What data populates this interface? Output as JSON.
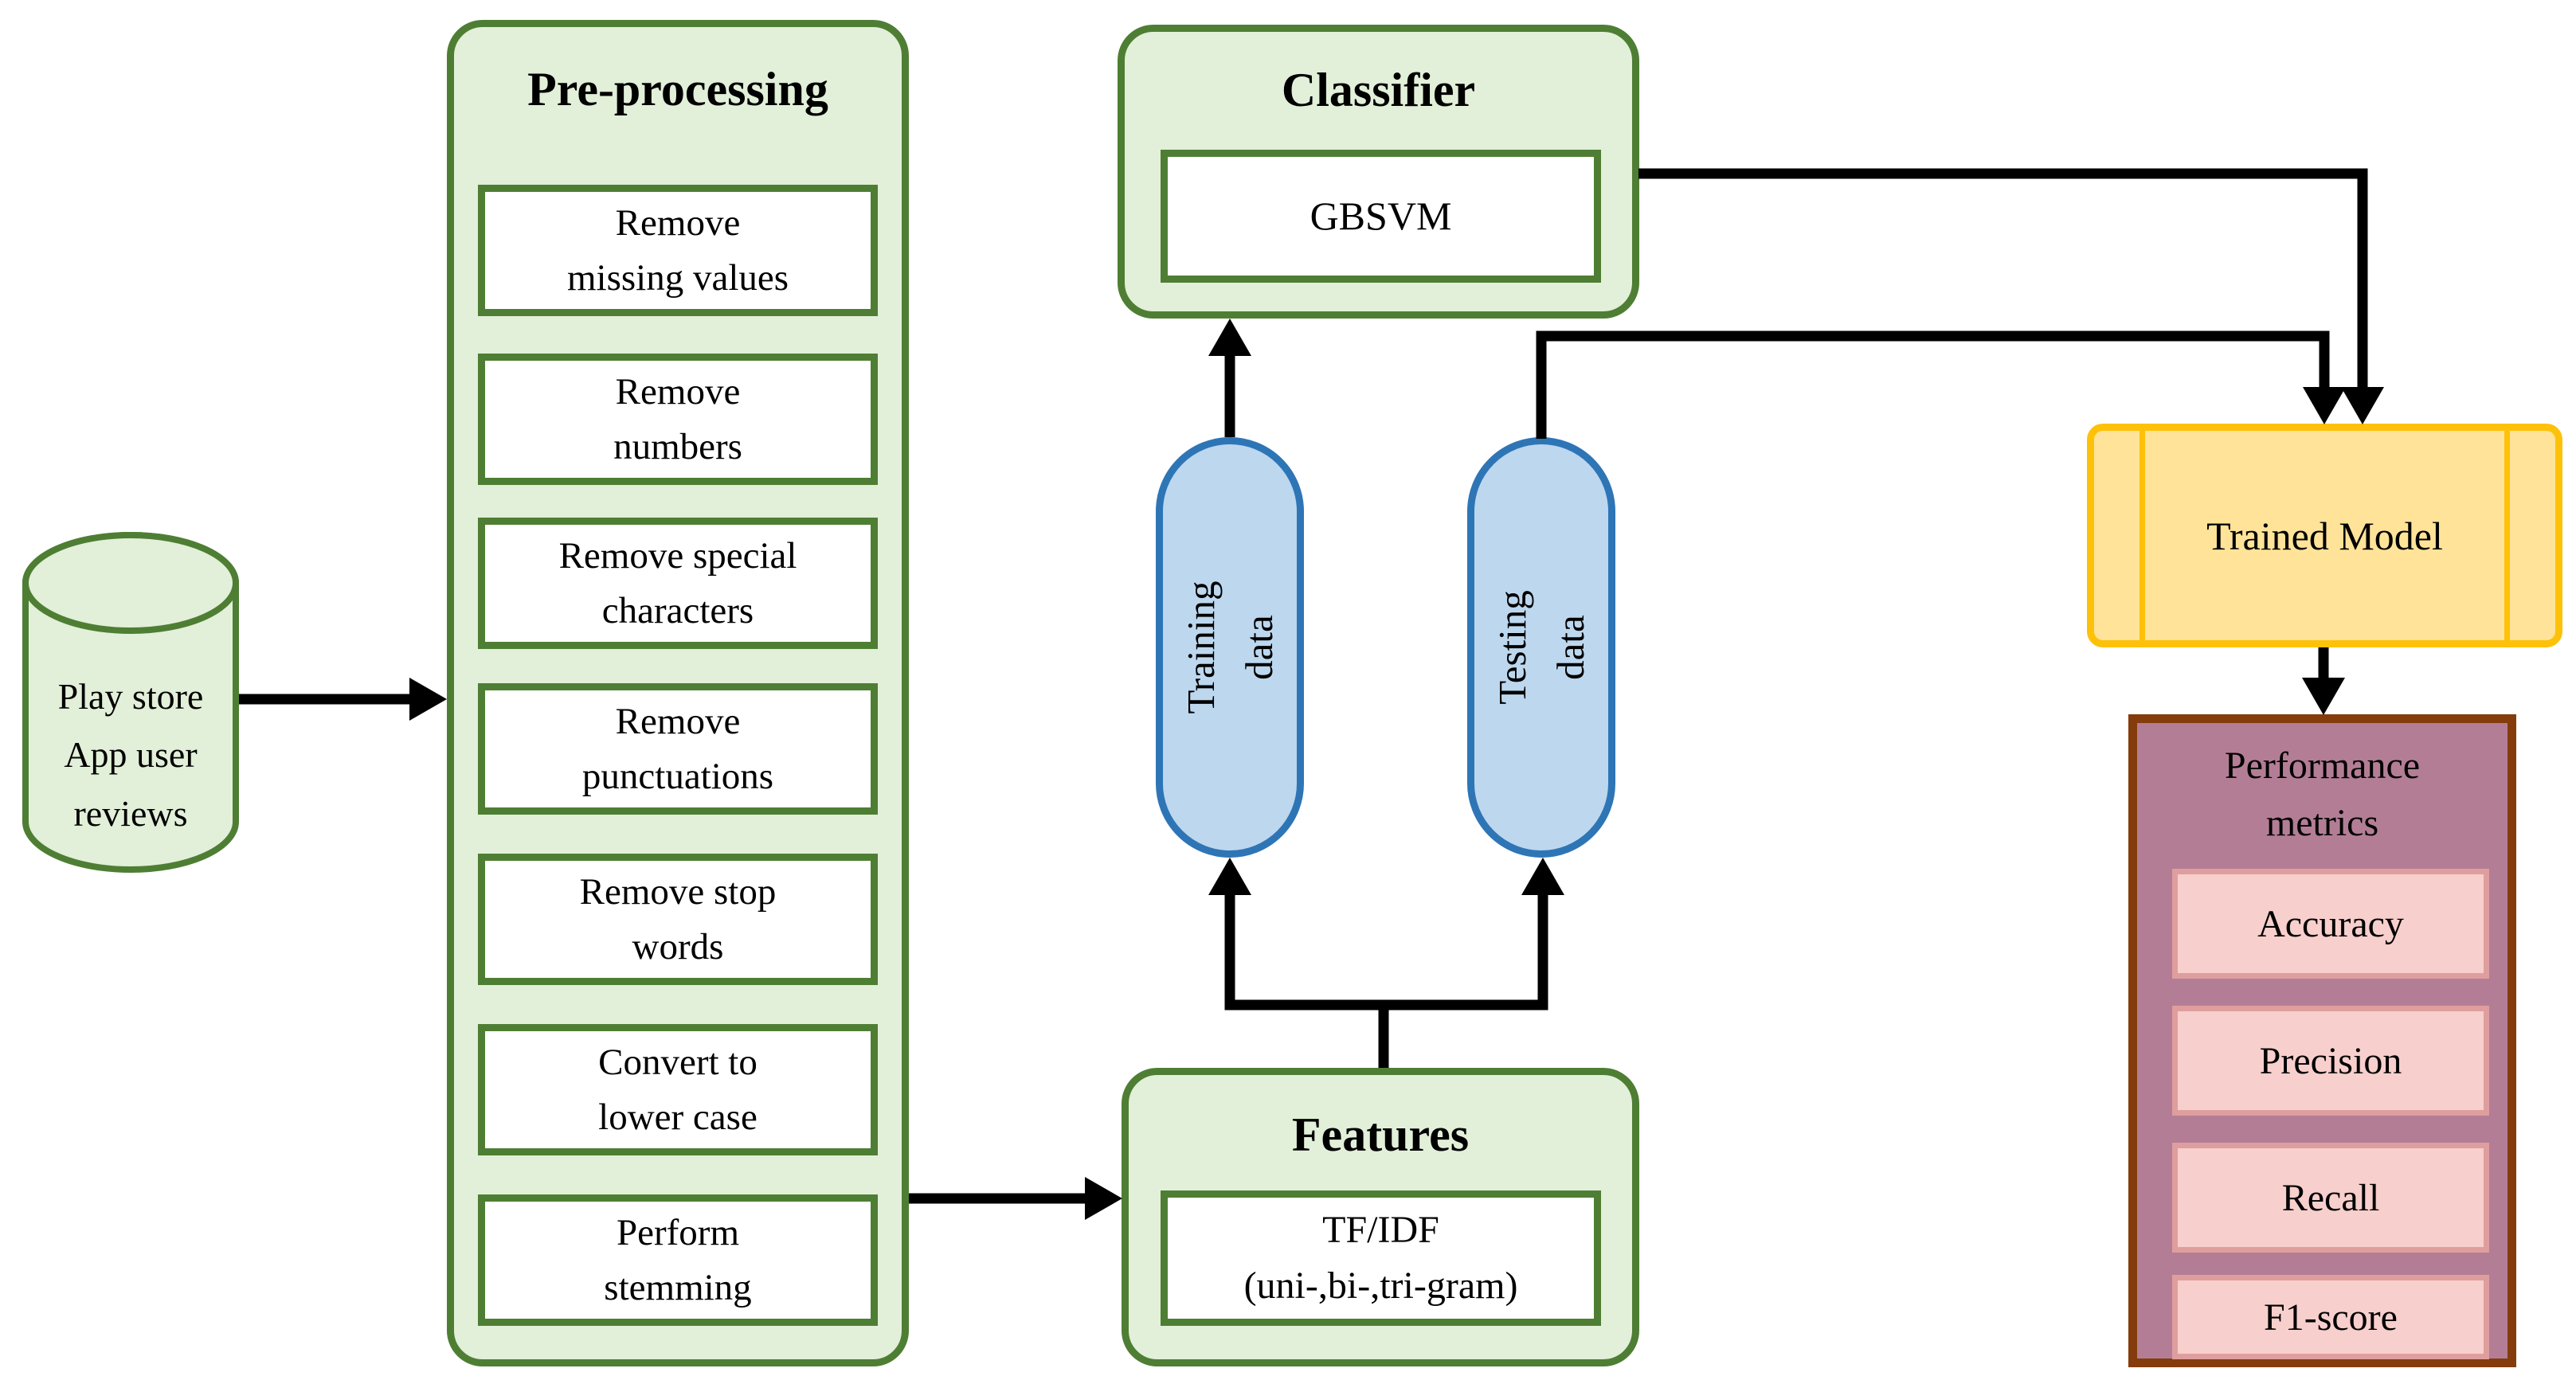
{
  "diagram": {
    "source": {
      "label_lines": [
        "Play store",
        "App user",
        "reviews"
      ]
    },
    "preprocessing": {
      "title": "Pre-processing",
      "steps": [
        {
          "lines": [
            "Remove",
            "missing values"
          ]
        },
        {
          "lines": [
            "Remove",
            "numbers"
          ]
        },
        {
          "lines": [
            "Remove special",
            "characters"
          ]
        },
        {
          "lines": [
            "Remove",
            "punctuations"
          ]
        },
        {
          "lines": [
            "Remove stop",
            "words"
          ]
        },
        {
          "lines": [
            "Convert to",
            "lower case"
          ]
        },
        {
          "lines": [
            "Perform",
            "stemming"
          ]
        }
      ]
    },
    "classifier": {
      "title": "Classifier",
      "model": "GBSVM"
    },
    "training_pill": {
      "lines": [
        "Training",
        "data"
      ]
    },
    "testing_pill": {
      "lines": [
        "Testing",
        "data"
      ]
    },
    "features": {
      "title": "Features",
      "method_lines": [
        "TF/IDF",
        "(uni-,bi-,tri-gram)"
      ]
    },
    "trained_model": {
      "label": "Trained Model"
    },
    "performance": {
      "title_lines": [
        "Performance",
        "metrics"
      ],
      "metrics": [
        "Accuracy",
        "Precision",
        "Recall",
        "F1-score"
      ]
    },
    "colors": {
      "green_fill": "#e2efd9",
      "green_border": "#4e7e33",
      "blue_fill": "#bdd7ee",
      "blue_border": "#2e75b6",
      "yellow_fill": "#ffe399",
      "yellow_border": "#fec10a",
      "maroon_border": "#843c0c",
      "mauve_fill": "#b37e95",
      "pink_fill": "#f7cfcc",
      "pink_border": "#df9e9e",
      "arrow": "#000000"
    }
  }
}
